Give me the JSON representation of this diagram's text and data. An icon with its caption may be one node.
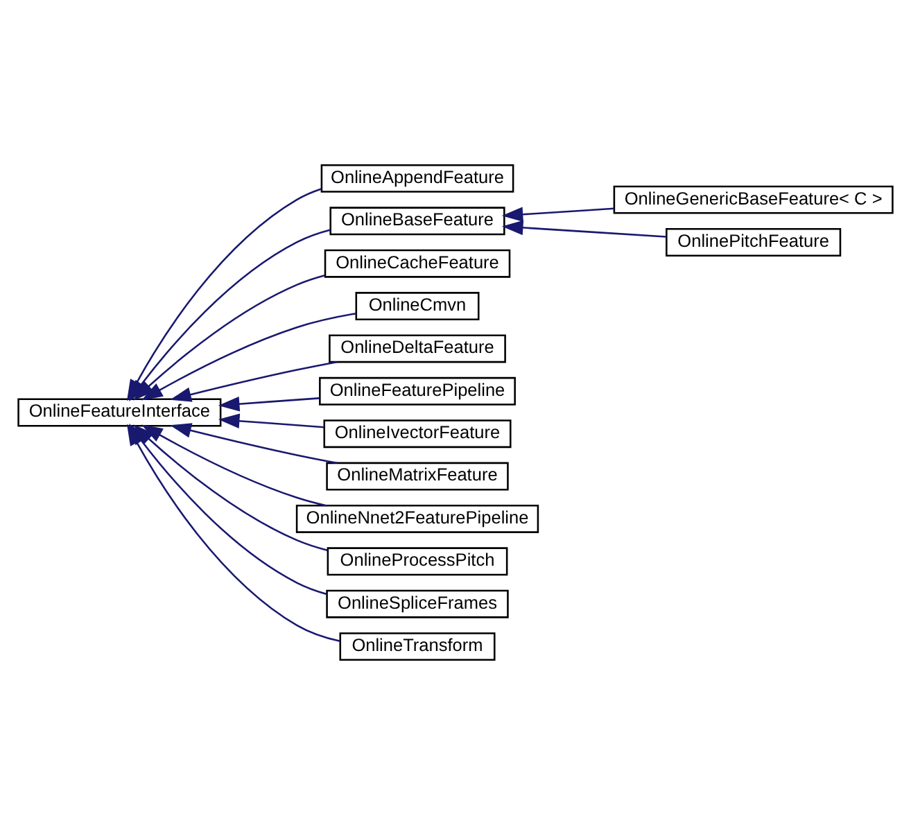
{
  "diagram": {
    "nodes": [
      {
        "text": [
          "OnlineFeatureInterface"
        ]
      },
      {
        "text": [
          "OnlineAppendFeature"
        ]
      },
      {
        "text": [
          "OnlineBaseFeature"
        ]
      },
      {
        "text": [
          "OnlineGenericBaseFeature< C >"
        ]
      },
      {
        "text": [
          "OnlinePitchFeature"
        ]
      },
      {
        "text": [
          "OnlineCacheFeature"
        ]
      },
      {
        "text": [
          "OnlineCmvn"
        ]
      },
      {
        "text": [
          "OnlineDeltaFeature"
        ]
      },
      {
        "text": [
          "OnlineFeaturePipeline"
        ]
      },
      {
        "text": [
          "OnlineIvectorFeature"
        ]
      },
      {
        "text": [
          "OnlineMatrixFeature"
        ]
      },
      {
        "text": [
          "OnlineNnet2FeaturePipeline"
        ]
      },
      {
        "text": [
          "OnlineProcessPitch"
        ]
      },
      {
        "text": [
          "OnlineSpliceFrames"
        ]
      },
      {
        "text": [
          "OnlineTransform"
        ]
      }
    ],
    "edges": [
      {
        "from": 1,
        "to": 0,
        "arrow": "to"
      },
      {
        "from": 2,
        "to": 0,
        "arrow": "to"
      },
      {
        "from": 3,
        "to": 2,
        "arrow": "to"
      },
      {
        "from": 4,
        "to": 2,
        "arrow": "to"
      },
      {
        "from": 5,
        "to": 0,
        "arrow": "to"
      },
      {
        "from": 6,
        "to": 0,
        "arrow": "to"
      },
      {
        "from": 7,
        "to": 0,
        "arrow": "to"
      },
      {
        "from": 8,
        "to": 0,
        "arrow": "to"
      },
      {
        "from": 9,
        "to": 0,
        "arrow": "to"
      },
      {
        "from": 10,
        "to": 0,
        "arrow": "to"
      },
      {
        "from": 11,
        "to": 0,
        "arrow": "to"
      },
      {
        "from": 12,
        "to": 0,
        "arrow": "to"
      },
      {
        "from": 13,
        "to": 0,
        "arrow": "to"
      },
      {
        "from": 14,
        "to": 0,
        "arrow": "to"
      }
    ]
  }
}
